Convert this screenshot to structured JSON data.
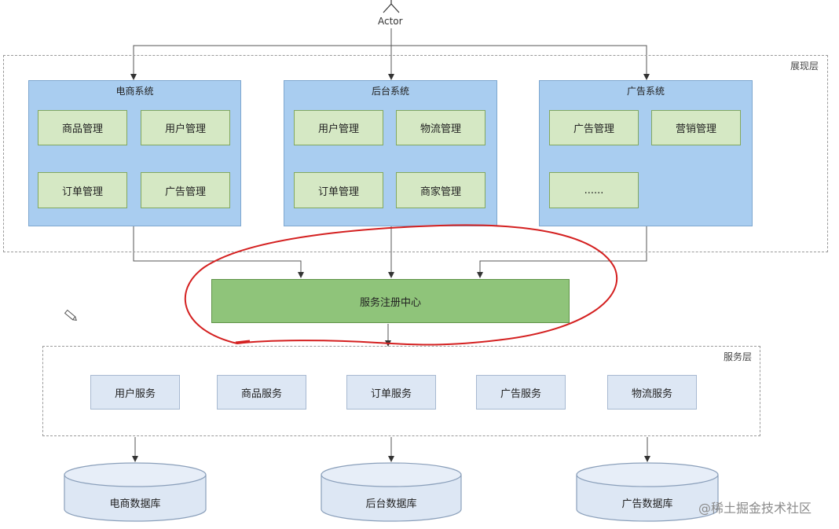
{
  "actor": {
    "label": "Actor"
  },
  "presentation_layer": {
    "label": "展现层",
    "systems": [
      {
        "title": "电商系统",
        "modules": [
          "商品管理",
          "用户管理",
          "订单管理",
          "广告管理"
        ]
      },
      {
        "title": "后台系统",
        "modules": [
          "用户管理",
          "物流管理",
          "订单管理",
          "商家管理"
        ]
      },
      {
        "title": "广告系统",
        "modules": [
          "广告管理",
          "营销管理",
          "......"
        ]
      }
    ]
  },
  "registry": {
    "label": "服务注册中心"
  },
  "service_layer": {
    "label": "服务层",
    "services": [
      "用户服务",
      "商品服务",
      "订单服务",
      "广告服务",
      "物流服务"
    ]
  },
  "databases": [
    "电商数据库",
    "后台数据库",
    "广告数据库"
  ],
  "watermark": "@稀土掘金技术社区",
  "colors": {
    "system_fill": "#a9cdf0",
    "module_fill": "#d5e8c4",
    "registry_fill": "#8fc47a",
    "service_fill": "#dde7f4",
    "db_fill": "#dde7f4",
    "highlight_circle": "#d42020"
  }
}
